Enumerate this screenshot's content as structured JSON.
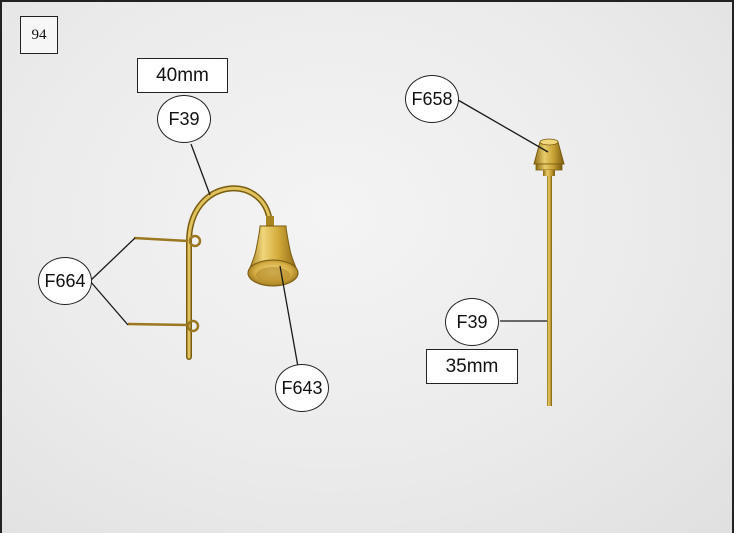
{
  "step": {
    "number": "94"
  },
  "left_assembly": {
    "size_label": "40mm",
    "rod_part": "F39",
    "staple_part": "F664",
    "bell_part": "F643"
  },
  "right_assembly": {
    "cap_part": "F658",
    "rod_part": "F39",
    "size_label": "35mm"
  },
  "colors": {
    "brass": "#c9a235",
    "brass_light": "#e8cc6a",
    "brass_dark": "#8d6b14",
    "leader_line": "#1a1a1a"
  }
}
